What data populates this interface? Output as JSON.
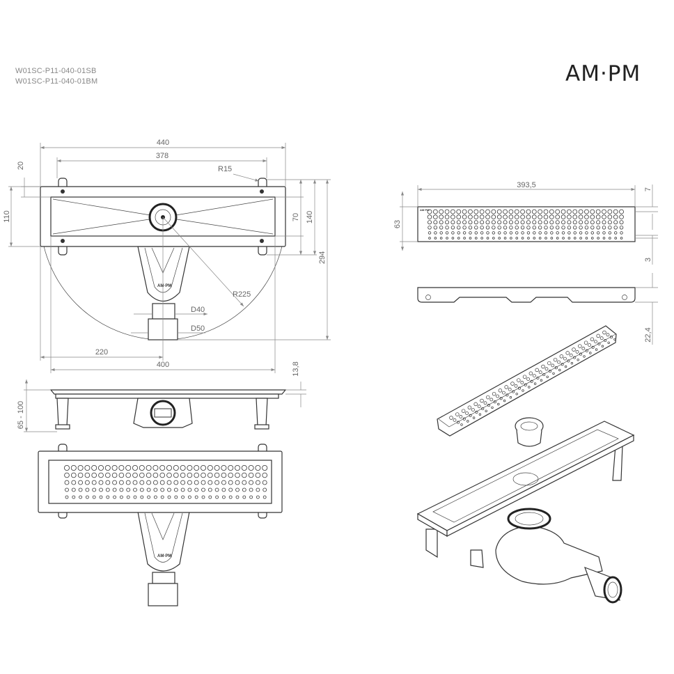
{
  "header": {
    "model_codes": [
      "W01SC-P11-040-01SB",
      "W01SC-P11-040-01BM"
    ],
    "logo": "AM·PM"
  },
  "top_view": {
    "dims": {
      "overall_width": "440",
      "tab_spacing": "378",
      "tab_radius": "R15",
      "tab_offset": "20",
      "plate_height": "110",
      "channel_height": "70",
      "tab_height": "140",
      "overall_depth": "294",
      "arc_radius": "R225",
      "outlet_inner": "D40",
      "outlet_outer": "D50",
      "drain_offset": "220",
      "channel_length": "400"
    }
  },
  "side_view": {
    "dims": {
      "frame_height": "13,8",
      "adjust_range": "65 - 100"
    }
  },
  "grate_view": {
    "dims": {
      "grate_length": "393,5",
      "grate_width": "63",
      "edge_top": "7",
      "edge_bottom": "3",
      "profile_height": "22,4"
    }
  }
}
